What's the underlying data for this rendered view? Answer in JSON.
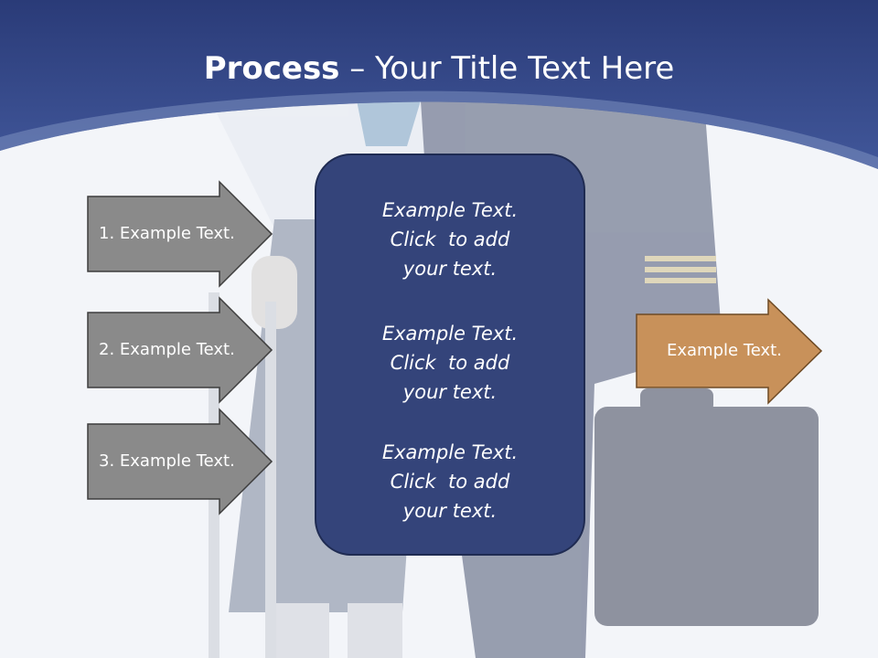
{
  "title": {
    "bold": "Process",
    "rest": " – Your Title Text Here"
  },
  "steps": [
    {
      "label": "1. Example Text."
    },
    {
      "label": "2. Example Text."
    },
    {
      "label": "3. Example Text."
    }
  ],
  "center_blocks": [
    {
      "line1": "Example Text.",
      "line2": "Click  to add",
      "line3": "your text."
    },
    {
      "line1": "Example Text.",
      "line2": "Click  to add",
      "line3": "your text."
    },
    {
      "line1": "Example Text.",
      "line2": "Click  to add",
      "line3": "your text."
    }
  ],
  "result": {
    "label": "Example Text."
  },
  "colors": {
    "header": "#2f4383",
    "step_arrow": "#8a8a8a",
    "result_arrow": "#c8915a",
    "center_box": "#34447a"
  }
}
